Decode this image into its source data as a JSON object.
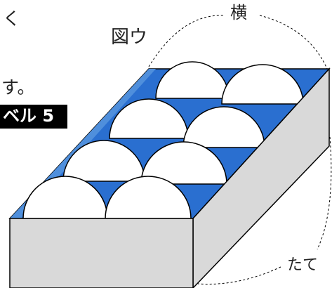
{
  "text": {
    "fragment_top": "く",
    "fragment_mid": "す。",
    "level_badge": "ベル 5",
    "figure_label": "図ウ",
    "horizontal_label": "横",
    "vertical_label": "たて"
  },
  "diagram": {
    "rows": 4,
    "balls_per_row": 2,
    "colors": {
      "box_inside": "#2A6FD0",
      "box_inside_light": "#4F8FDC",
      "box_faces": "#D9D9D9",
      "ball_fill": "#FFFFFF",
      "stroke": "#000000",
      "badge": "#000000"
    }
  }
}
